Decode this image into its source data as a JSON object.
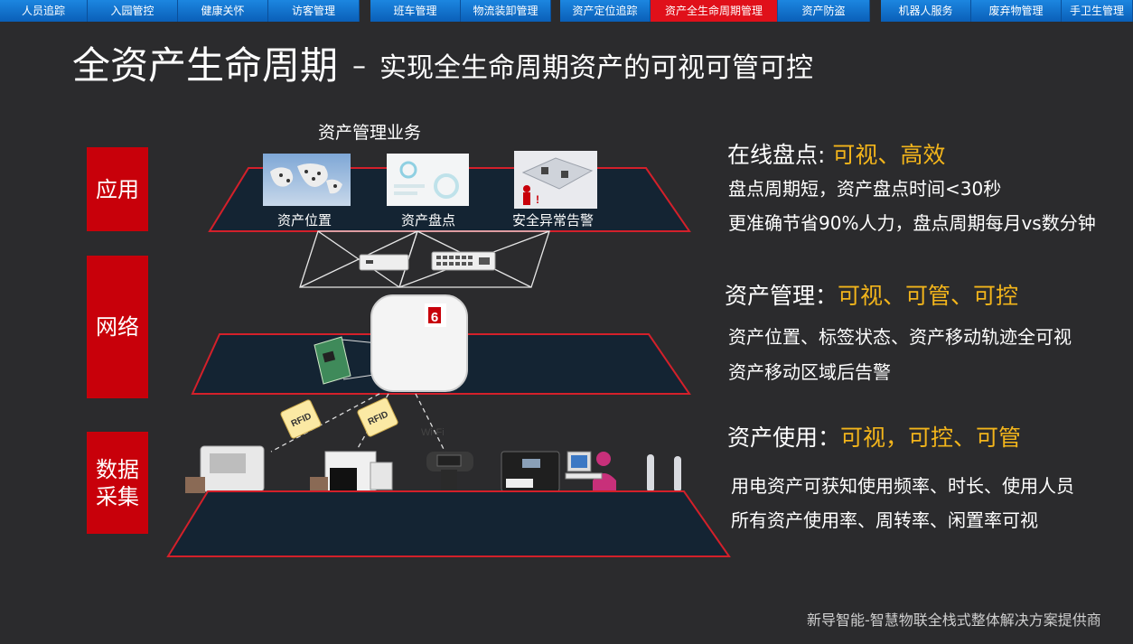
{
  "nav": {
    "tabs": [
      {
        "label": "人员追踪"
      },
      {
        "label": "入园管控"
      },
      {
        "label": "健康关怀"
      },
      {
        "label": "访客管理"
      },
      {
        "label": "班车管理"
      },
      {
        "label": "物流装卸管理"
      },
      {
        "label": "资产定位追踪"
      },
      {
        "label": "资产全生命周期管理",
        "active": true
      },
      {
        "label": "资产防盗"
      },
      {
        "label": "机器人服务"
      },
      {
        "label": "废弃物管理"
      },
      {
        "label": "手卫生管理"
      }
    ]
  },
  "title": {
    "main": "全资产生命周期",
    "separator": "–",
    "subtitle": "实现全生命周期资产的可视可管可控"
  },
  "layers": {
    "app": "应用",
    "network": "网络",
    "data": "数据\n采集"
  },
  "diagram": {
    "business_title": "资产管理业务",
    "captions": [
      "资产位置",
      "资产盘点",
      "安全异常告警"
    ],
    "rfid_label": "RFID",
    "wifi_label": "Wi-Fi",
    "ap_badge": "6"
  },
  "sections": [
    {
      "prefix": "在线盘点: ",
      "highlight": "可视、高效",
      "lines": [
        "盘点周期短，资产盘点时间<30秒",
        "更准确节省90%人力，盘点周期每月vs数分钟"
      ]
    },
    {
      "prefix": "资产管理：",
      "highlight": "可视、可管、可控",
      "lines": [
        "资产位置、标签状态、资产移动轨迹全可视",
        "资产移动区域后告警"
      ]
    },
    {
      "prefix": "资产使用：",
      "highlight": "可视，可控、可管",
      "lines": [
        "用电资产可获知使用频率、时长、使用人员",
        "所有资产使用率、周转率、闲置率可视"
      ]
    }
  ],
  "footer": "新导智能-智慧物联全栈式整体解决方案提供商",
  "colors": {
    "accent_red": "#c8000a",
    "highlight": "#f3b51b",
    "tab_blue": "#1c86e0",
    "background": "#2b2b2d"
  }
}
